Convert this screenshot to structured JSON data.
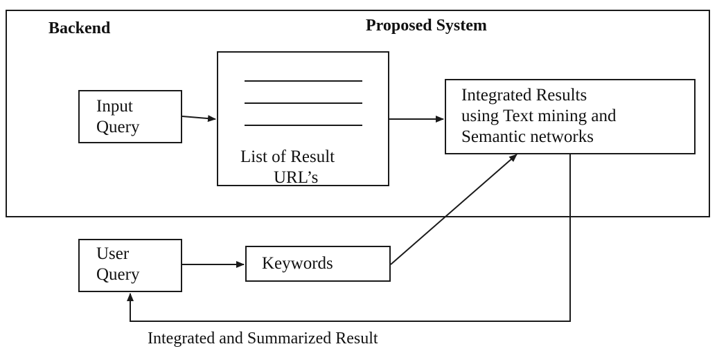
{
  "titles": {
    "backend": "Backend",
    "proposed": "Proposed System"
  },
  "boxes": {
    "input_query": [
      "Input",
      "Query"
    ],
    "url_list": [
      "List of Result",
      "URL’s"
    ],
    "integrated": [
      "Integrated Results",
      "using Text mining and",
      "Semantic networks"
    ],
    "user_query": [
      "User",
      "Query"
    ],
    "keywords": "Keywords"
  },
  "caption": "Integrated and Summarized Result"
}
